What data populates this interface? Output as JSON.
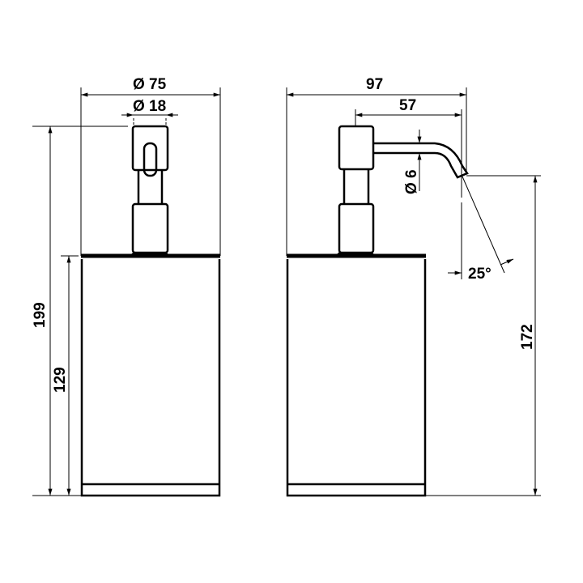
{
  "drawing": {
    "front_view": {
      "overall_diameter": "Ø 75",
      "head_diameter": "Ø 18",
      "total_height": "199",
      "body_height": "129"
    },
    "side_view": {
      "total_depth": "97",
      "spout_reach": "57",
      "spout_diameter": "Ø 6",
      "spout_angle": "25°",
      "outlet_height": "172"
    }
  }
}
